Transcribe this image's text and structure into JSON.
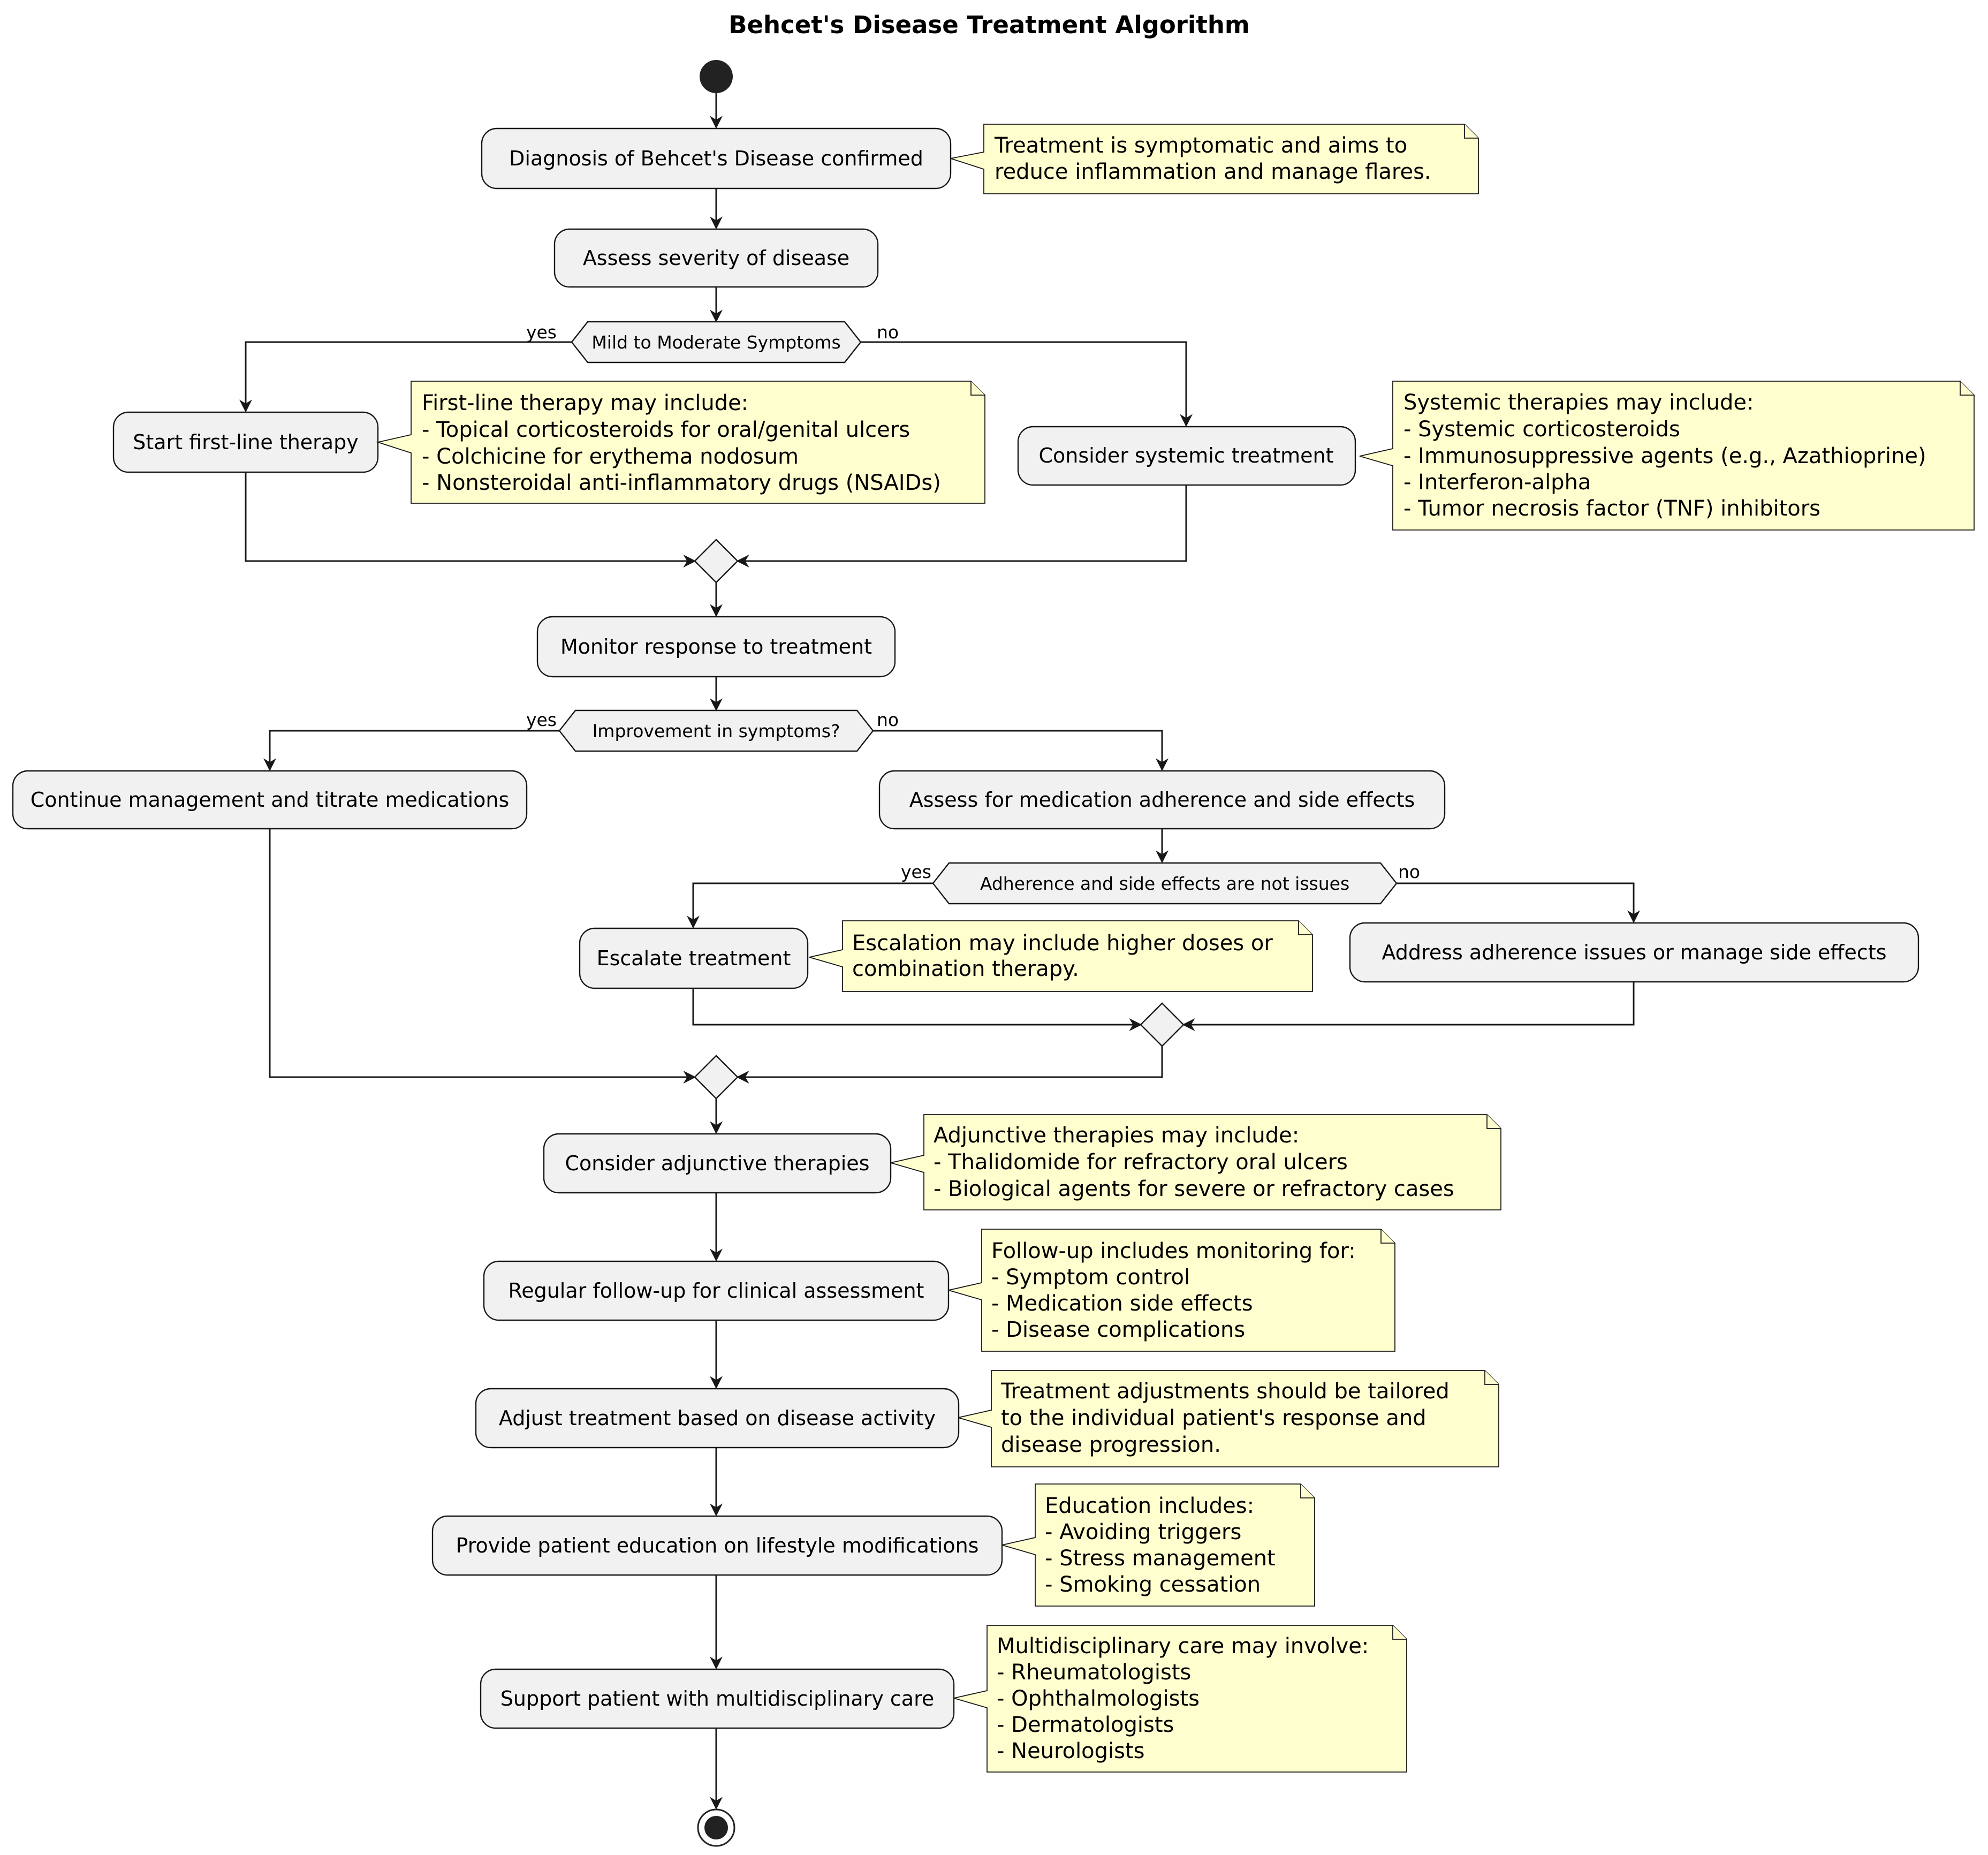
{
  "title": "Behcet's Disease Treatment Algorithm",
  "activities": {
    "diagnosis": "Diagnosis of Behcet's Disease confirmed",
    "assess_severity": "Assess severity of disease",
    "first_line": "Start first-line therapy",
    "systemic": "Consider systemic treatment",
    "monitor": "Monitor response to treatment",
    "continue_mgmt": "Continue management and titrate medications",
    "assess_adherence": "Assess for medication adherence and side effects",
    "escalate": "Escalate treatment",
    "address_adherence": "Address adherence issues or manage side effects",
    "adjunctive": "Consider adjunctive therapies",
    "followup": "Regular follow-up for clinical assessment",
    "adjust": "Adjust treatment based on disease activity",
    "education": "Provide patient education on lifestyle modifications",
    "multidisciplinary": "Support patient with multidisciplinary care"
  },
  "decisions": {
    "severity": "Mild to Moderate Symptoms",
    "improvement": "Improvement in symptoms?",
    "adherence": "Adherence and side effects are not issues"
  },
  "branch_labels": {
    "yes": "yes",
    "no": "no"
  },
  "notes": {
    "diagnosis": [
      "Treatment is symptomatic and aims to",
      "reduce inflammation and manage flares."
    ],
    "first_line": [
      "First-line therapy may include:",
      "- Topical corticosteroids for oral/genital ulcers",
      "- Colchicine for erythema nodosum",
      "- Nonsteroidal anti-inflammatory drugs (NSAIDs)"
    ],
    "systemic": [
      "Systemic therapies may include:",
      "- Systemic corticosteroids",
      "- Immunosuppressive agents (e.g., Azathioprine)",
      "- Interferon-alpha",
      "- Tumor necrosis factor (TNF) inhibitors"
    ],
    "escalate": [
      "Escalation may include higher doses or",
      "combination therapy."
    ],
    "adjunctive": [
      "Adjunctive therapies may include:",
      "- Thalidomide for refractory oral ulcers",
      "- Biological agents for severe or refractory cases"
    ],
    "followup": [
      "Follow-up includes monitoring for:",
      "- Symptom control",
      "- Medication side effects",
      "- Disease complications"
    ],
    "adjust": [
      "Treatment adjustments should be tailored",
      "to the individual patient's response and",
      "disease progression."
    ],
    "education": [
      "Education includes:",
      "- Avoiding triggers",
      "- Stress management",
      "- Smoking cessation"
    ],
    "multidisciplinary": [
      "Multidisciplinary care may involve:",
      "- Rheumatologists",
      "- Ophthalmologists",
      "- Dermatologists",
      "- Neurologists"
    ]
  }
}
